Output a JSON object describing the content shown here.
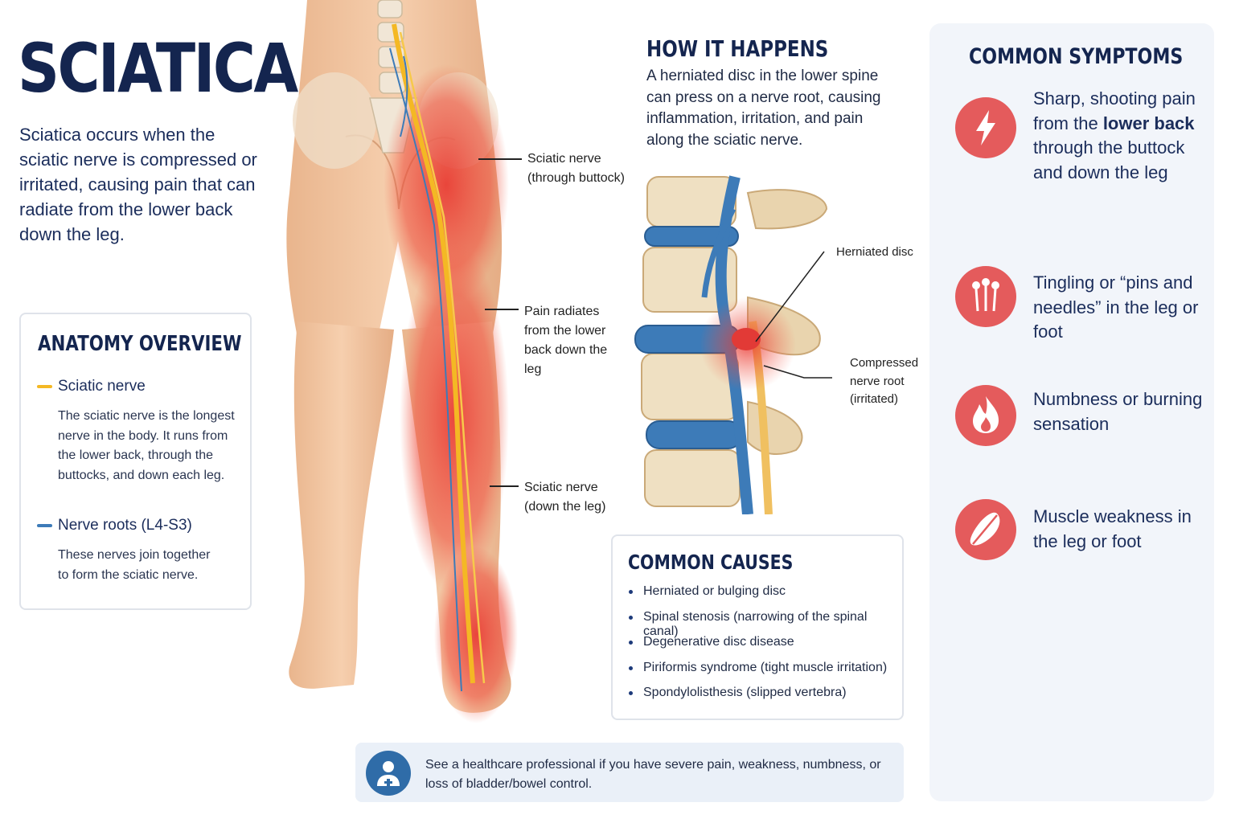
{
  "title": "SCIATICA",
  "intro": "Sciatica occurs when the sciatic nerve is compressed or irritated, causing pain that can radiate from the lower back down the leg.",
  "anatomy": {
    "heading": "ANATOMY OVERVIEW",
    "items": [
      {
        "label": "Sciatic nerve",
        "color": "#f4b824",
        "desc": "The sciatic nerve is the longest nerve in the body. It runs from the lower back, through the buttocks, and down each leg."
      },
      {
        "label": "Nerve roots (L4-S3)",
        "color": "#3d7bb8",
        "desc": "These nerves join together to form the sciatic nerve."
      }
    ]
  },
  "body_callouts": {
    "buttock": "Sciatic nerve (through buttock)",
    "radiates": "Pain radiates from the lower back down the leg",
    "leg": "Sciatic nerve (down the leg)"
  },
  "how": {
    "heading": "HOW IT HAPPENS",
    "text": "A herniated disc in the lower spine can press on a nerve root, causing inflammation, irritation, and pain along the sciatic nerve."
  },
  "spine_callouts": {
    "disc": "Herniated disc",
    "root": "Compressed nerve root (irritated)"
  },
  "causes": {
    "heading": "COMMON CAUSES",
    "items": [
      "Herniated or bulging disc",
      "Spinal stenosis (narrowing of the spinal canal)",
      "Degenerative disc disease",
      "Piriformis syndrome (tight muscle irritation)",
      "Spondylolisthesis (slipped vertebra)"
    ]
  },
  "advice": "See a healthcare professional if you have severe pain, weakness, numbness, or loss of bladder/bowel control.",
  "symptoms": {
    "heading": "COMMON SYMPTOMS",
    "items": [
      {
        "icon": "lightning-icon",
        "pre": "Sharp, shooting pain from the ",
        "bold": "lower back",
        "post": " through the buttock and down the leg"
      },
      {
        "icon": "pins-icon",
        "pre": "Tingling or “pins and needles” in the leg or foot",
        "bold": "",
        "post": ""
      },
      {
        "icon": "flame-icon",
        "pre": "Numbness or burning sensation",
        "bold": "",
        "post": ""
      },
      {
        "icon": "muscle-icon",
        "pre": "Muscle weakness in the leg or foot",
        "bold": "",
        "post": ""
      }
    ]
  },
  "colors": {
    "accent_red": "#e45b5c",
    "navy": "#14254f",
    "nerve_yellow": "#f4b824",
    "nerve_blue": "#3d7bb8"
  }
}
